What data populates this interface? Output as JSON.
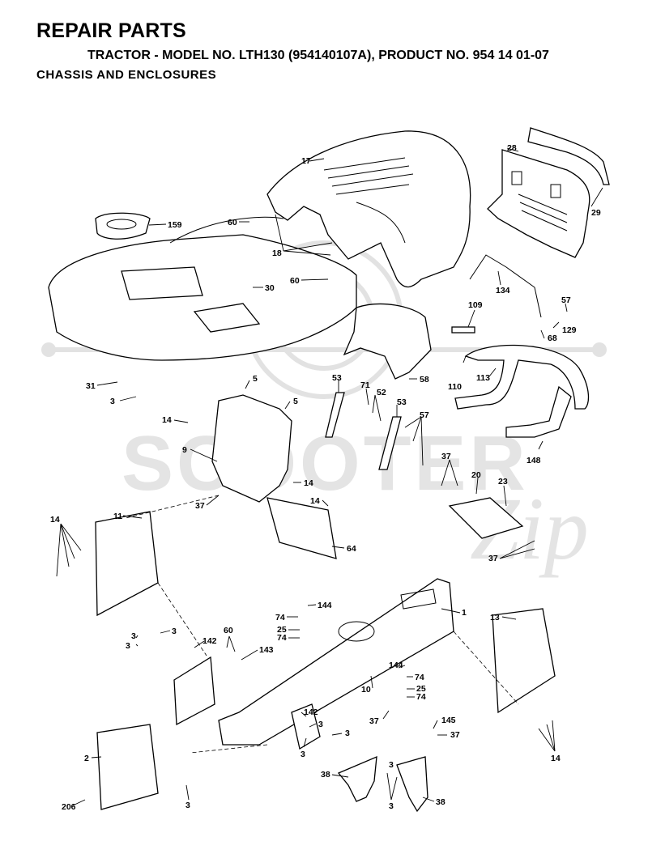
{
  "header": {
    "title": "REPAIR PARTS",
    "subtitle": "TRACTOR - MODEL NO. LTH130 (954140107A), PRODUCT NO. 954 14 01-07",
    "section": "CHASSIS  AND  ENCLOSURES"
  },
  "watermark": {
    "text": "SCOOTER",
    "script": "Zip"
  },
  "callouts": {
    "c17": "17",
    "c28": "28",
    "c29": "29",
    "c60a": "60",
    "c159": "159",
    "c18": "18",
    "c60b": "60",
    "c30": "30",
    "c134": "134",
    "c57a": "57",
    "c109": "109",
    "c68": "68",
    "c129": "129",
    "c110": "110",
    "c113": "113",
    "c58": "58",
    "c31": "31",
    "c5a": "5",
    "c53a": "53",
    "c71": "71",
    "c52": "52",
    "c5b": "5",
    "c53b": "53",
    "c57b": "57",
    "c148": "148",
    "c3a": "3",
    "c14a": "14",
    "c9": "9",
    "c37a": "37",
    "c14b": "14",
    "c14c": "14",
    "c37b": "37",
    "c20": "20",
    "c23": "23",
    "c37c": "37",
    "c14d": "14",
    "c11": "11",
    "c64": "64",
    "c1": "1",
    "c74a": "74",
    "c144a": "144",
    "c13": "13",
    "c25a": "25",
    "c74b": "74",
    "c3b": "3",
    "c3c": "3",
    "c60c": "60",
    "c3d": "3",
    "c142a": "142",
    "c143": "143",
    "c144b": "144",
    "c74c": "74",
    "c10": "10",
    "c25b": "25",
    "c74d": "74",
    "c142b": "142",
    "c3e": "3",
    "c37d": "37",
    "c145": "145",
    "c3f": "3",
    "c37e": "37",
    "c3g": "3",
    "c14e": "14",
    "c2": "2",
    "c38a": "38",
    "c3h": "3",
    "c3i": "3",
    "c38b": "38",
    "c206": "206"
  }
}
